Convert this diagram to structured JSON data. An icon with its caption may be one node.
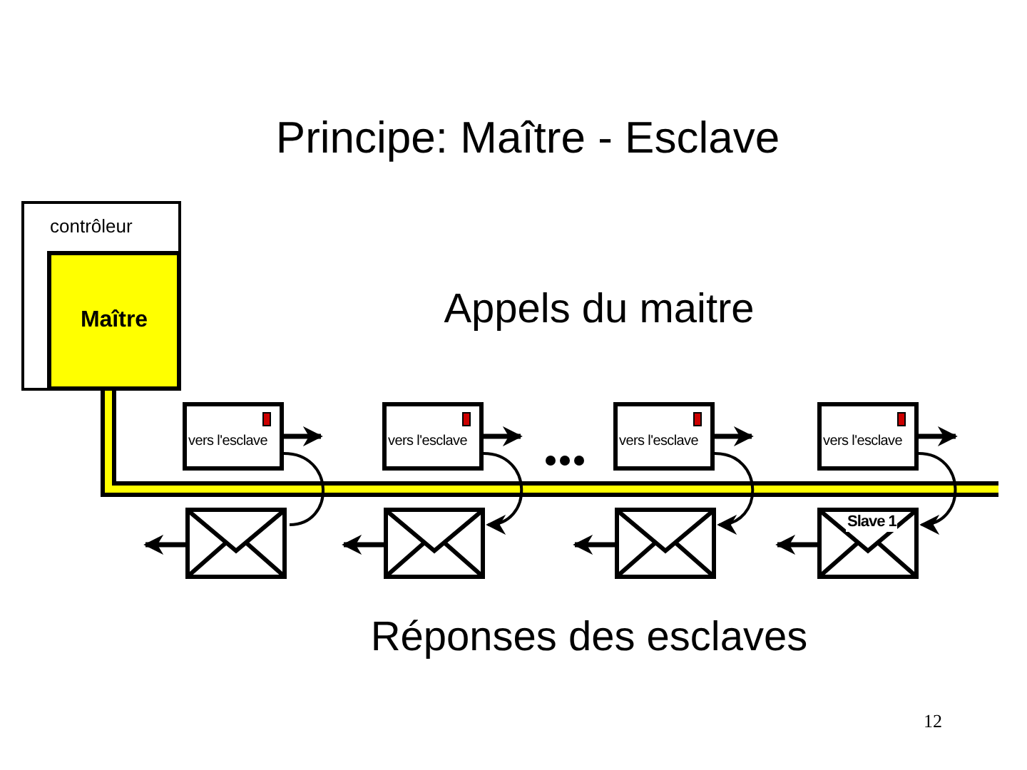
{
  "diagram": {
    "title": "Principe: Maître - Esclave",
    "nodes": [
      {
        "text": [
          "contrôleur"
        ]
      },
      {
        "text": [
          "Maître"
        ],
        "in": 0
      },
      {
        "text": [
          "vers l'esclave"
        ]
      },
      {
        "text": [
          "vers l'esclave"
        ]
      },
      {
        "text": [
          "vers l'esclave"
        ]
      },
      {
        "text": [
          "vers l'esclave"
        ]
      },
      {
        "text": [],
        "shape": "envelope"
      },
      {
        "text": [],
        "shape": "envelope"
      },
      {
        "text": [],
        "shape": "envelope"
      },
      {
        "text": [
          "Slave 1"
        ]
      }
    ],
    "edges": [
      {
        "from": 2,
        "to": 6,
        "arrow": "none"
      },
      {
        "from": 3,
        "to": 7,
        "arrow": "to"
      },
      {
        "from": 4,
        "to": 8,
        "arrow": "to"
      },
      {
        "from": 5,
        "to": 9,
        "arrow": "to"
      },
      {
        "from": 2,
        "to": null,
        "arrow": "to"
      },
      {
        "from": 3,
        "to": null,
        "arrow": "to"
      },
      {
        "from": 4,
        "to": null,
        "arrow": "to"
      },
      {
        "from": 5,
        "to": null,
        "arrow": "to"
      },
      {
        "from": 6,
        "to": null,
        "arrow": "to"
      },
      {
        "from": 7,
        "to": null,
        "arrow": "to"
      },
      {
        "from": 8,
        "to": null,
        "arrow": "to"
      },
      {
        "from": 9,
        "to": null,
        "arrow": "to"
      }
    ],
    "labels": [
      "Appels du maitre",
      "Réponses des esclaves",
      "12"
    ]
  }
}
